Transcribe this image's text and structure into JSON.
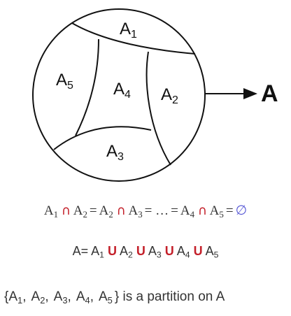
{
  "diagram": {
    "regions": [
      {
        "id": "A1",
        "letter": "A",
        "sub": "1"
      },
      {
        "id": "A2",
        "letter": "A",
        "sub": "2"
      },
      {
        "id": "A3",
        "letter": "A",
        "sub": "3"
      },
      {
        "id": "A4",
        "letter": "A",
        "sub": "4"
      },
      {
        "id": "A5",
        "letter": "A",
        "sub": "5"
      }
    ],
    "set_label": "A"
  },
  "formulas": {
    "intersections": {
      "terms": [
        {
          "letter": "A",
          "sub": "1"
        },
        {
          "letter": "A",
          "sub": "2"
        },
        {
          "letter": "A",
          "sub": "2"
        },
        {
          "letter": "A",
          "sub": "3"
        },
        {
          "letter": "A",
          "sub": "4"
        },
        {
          "letter": "A",
          "sub": "5"
        }
      ],
      "cap": "∩",
      "equals": "=",
      "ellipsis": "…",
      "empty_set": "∅"
    },
    "union": {
      "lhs": "A",
      "equals": "=",
      "op": "U",
      "terms": [
        {
          "letter": "A",
          "sub": "1"
        },
        {
          "letter": "A",
          "sub": "2"
        },
        {
          "letter": "A",
          "sub": "3"
        },
        {
          "letter": "A",
          "sub": "4"
        },
        {
          "letter": "A",
          "sub": "5"
        }
      ]
    },
    "partition": {
      "open_brace": "{",
      "close_brace": "}",
      "comma": ",",
      "terms": [
        {
          "letter": "A",
          "sub": "1"
        },
        {
          "letter": "A",
          "sub": "2"
        },
        {
          "letter": "A",
          "sub": "3"
        },
        {
          "letter": "A",
          "sub": "4"
        },
        {
          "letter": "A",
          "sub": "5"
        }
      ],
      "text": "is a partition on A"
    }
  },
  "colors": {
    "operator_red": "#c4202a",
    "empty_set_blue": "#5a5bd6",
    "stroke": "#111111"
  }
}
